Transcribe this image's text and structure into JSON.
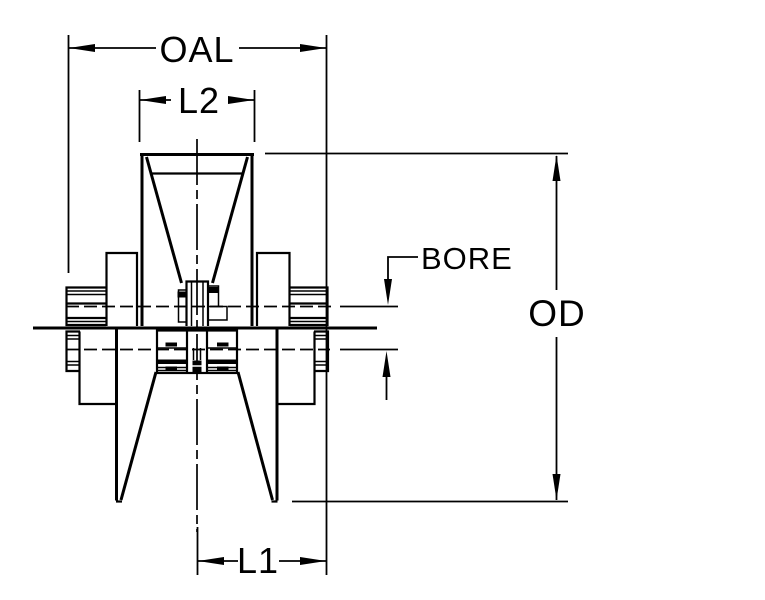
{
  "page": {
    "background": "#ffffff",
    "line_color": "#000000"
  },
  "drawing": {
    "labels": {
      "oal": "OAL",
      "l2": "L2",
      "bore": "BORE",
      "od": "OD",
      "l1": "L1"
    }
  }
}
